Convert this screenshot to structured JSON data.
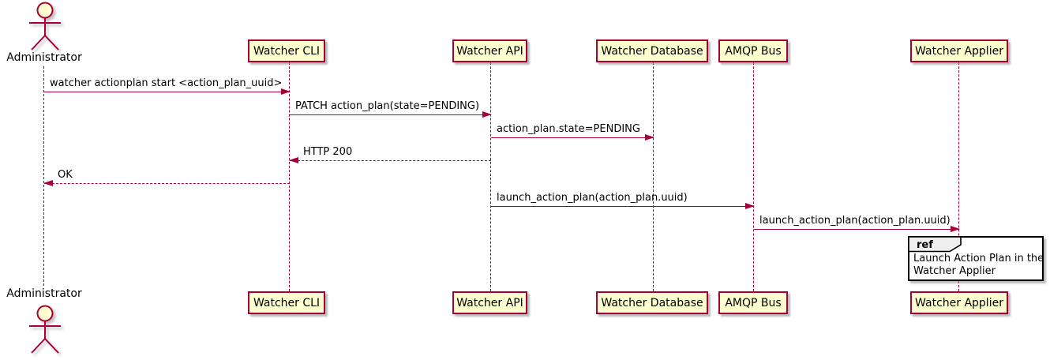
{
  "diagram": {
    "kind": "sequence-diagram",
    "colors": {
      "participant_fill": "#FEFECE",
      "participant_border": "#A80036",
      "arrow_line": "#A80036",
      "lifeline": "#A80036",
      "text": "#000000",
      "ref_fill": "#FFFFFF",
      "ref_border": "#000000",
      "ref_tab_fill": "#EEEEEE"
    },
    "actor": {
      "name": "Administrator"
    },
    "participants": [
      {
        "name": "Watcher CLI"
      },
      {
        "name": "Watcher API"
      },
      {
        "name": "Watcher Database"
      },
      {
        "name": "AMQP Bus"
      },
      {
        "name": "Watcher Applier"
      }
    ],
    "messages": [
      {
        "from": "Administrator",
        "to": "Watcher CLI",
        "style": "solid",
        "label": "watcher actionplan start <action_plan_uuid>"
      },
      {
        "from": "Watcher CLI",
        "to": "Watcher API",
        "style": "solid",
        "label": "PATCH action_plan(state=PENDING)"
      },
      {
        "from": "Watcher API",
        "to": "Watcher Database",
        "style": "solid",
        "label": "action_plan.state=PENDING"
      },
      {
        "from": "Watcher API",
        "to": "Watcher CLI",
        "style": "dashed",
        "label": "HTTP 200"
      },
      {
        "from": "Watcher CLI",
        "to": "Administrator",
        "style": "dashed",
        "label": "OK"
      },
      {
        "from": "Watcher API",
        "to": "AMQP Bus",
        "style": "solid",
        "label": "launch_action_plan(action_plan.uuid)"
      },
      {
        "from": "AMQP Bus",
        "to": "Watcher Applier",
        "style": "solid",
        "label": "launch_action_plan(action_plan.uuid)"
      }
    ],
    "ref": {
      "tab_label": "ref",
      "over": "Watcher Applier",
      "line1": "Launch Action Plan in the",
      "line2": "Watcher Applier"
    }
  }
}
